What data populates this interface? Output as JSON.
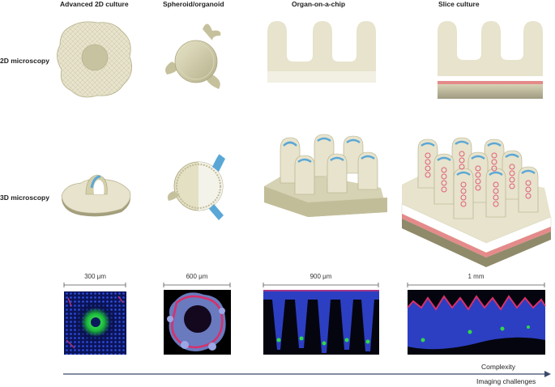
{
  "columns": [
    {
      "id": "advanced-2d-culture",
      "label": "Advanced 2D culture"
    },
    {
      "id": "spheroid-organoid",
      "label": "Spheroid/organoid"
    },
    {
      "id": "organ-on-a-chip",
      "label": "Organ-on-a-chip"
    },
    {
      "id": "slice-culture",
      "label": "Slice culture"
    }
  ],
  "rows": [
    {
      "id": "2d-microscopy",
      "label": "2D microscopy"
    },
    {
      "id": "3d-microscopy",
      "label": "3D microscopy"
    }
  ],
  "scale_bars": [
    "300 μm",
    "600 μm",
    "900 μm",
    "1 mm"
  ],
  "axis": {
    "primary": "Complexity",
    "secondary": "Imaging challenges"
  },
  "colors": {
    "tissue": "#e7e3cc",
    "tissue_edge": "#b9b48f",
    "tissue_dark": "#c9c4a3",
    "lumen": "#d3cfaa",
    "epithelium": "#5aa7d6",
    "red_layer": "#e58a8a",
    "stain_nuclei": "#1c3cc8",
    "stain_green": "#2fd84a",
    "stain_red": "#d8306a",
    "arrow": "#3b4a6b"
  }
}
